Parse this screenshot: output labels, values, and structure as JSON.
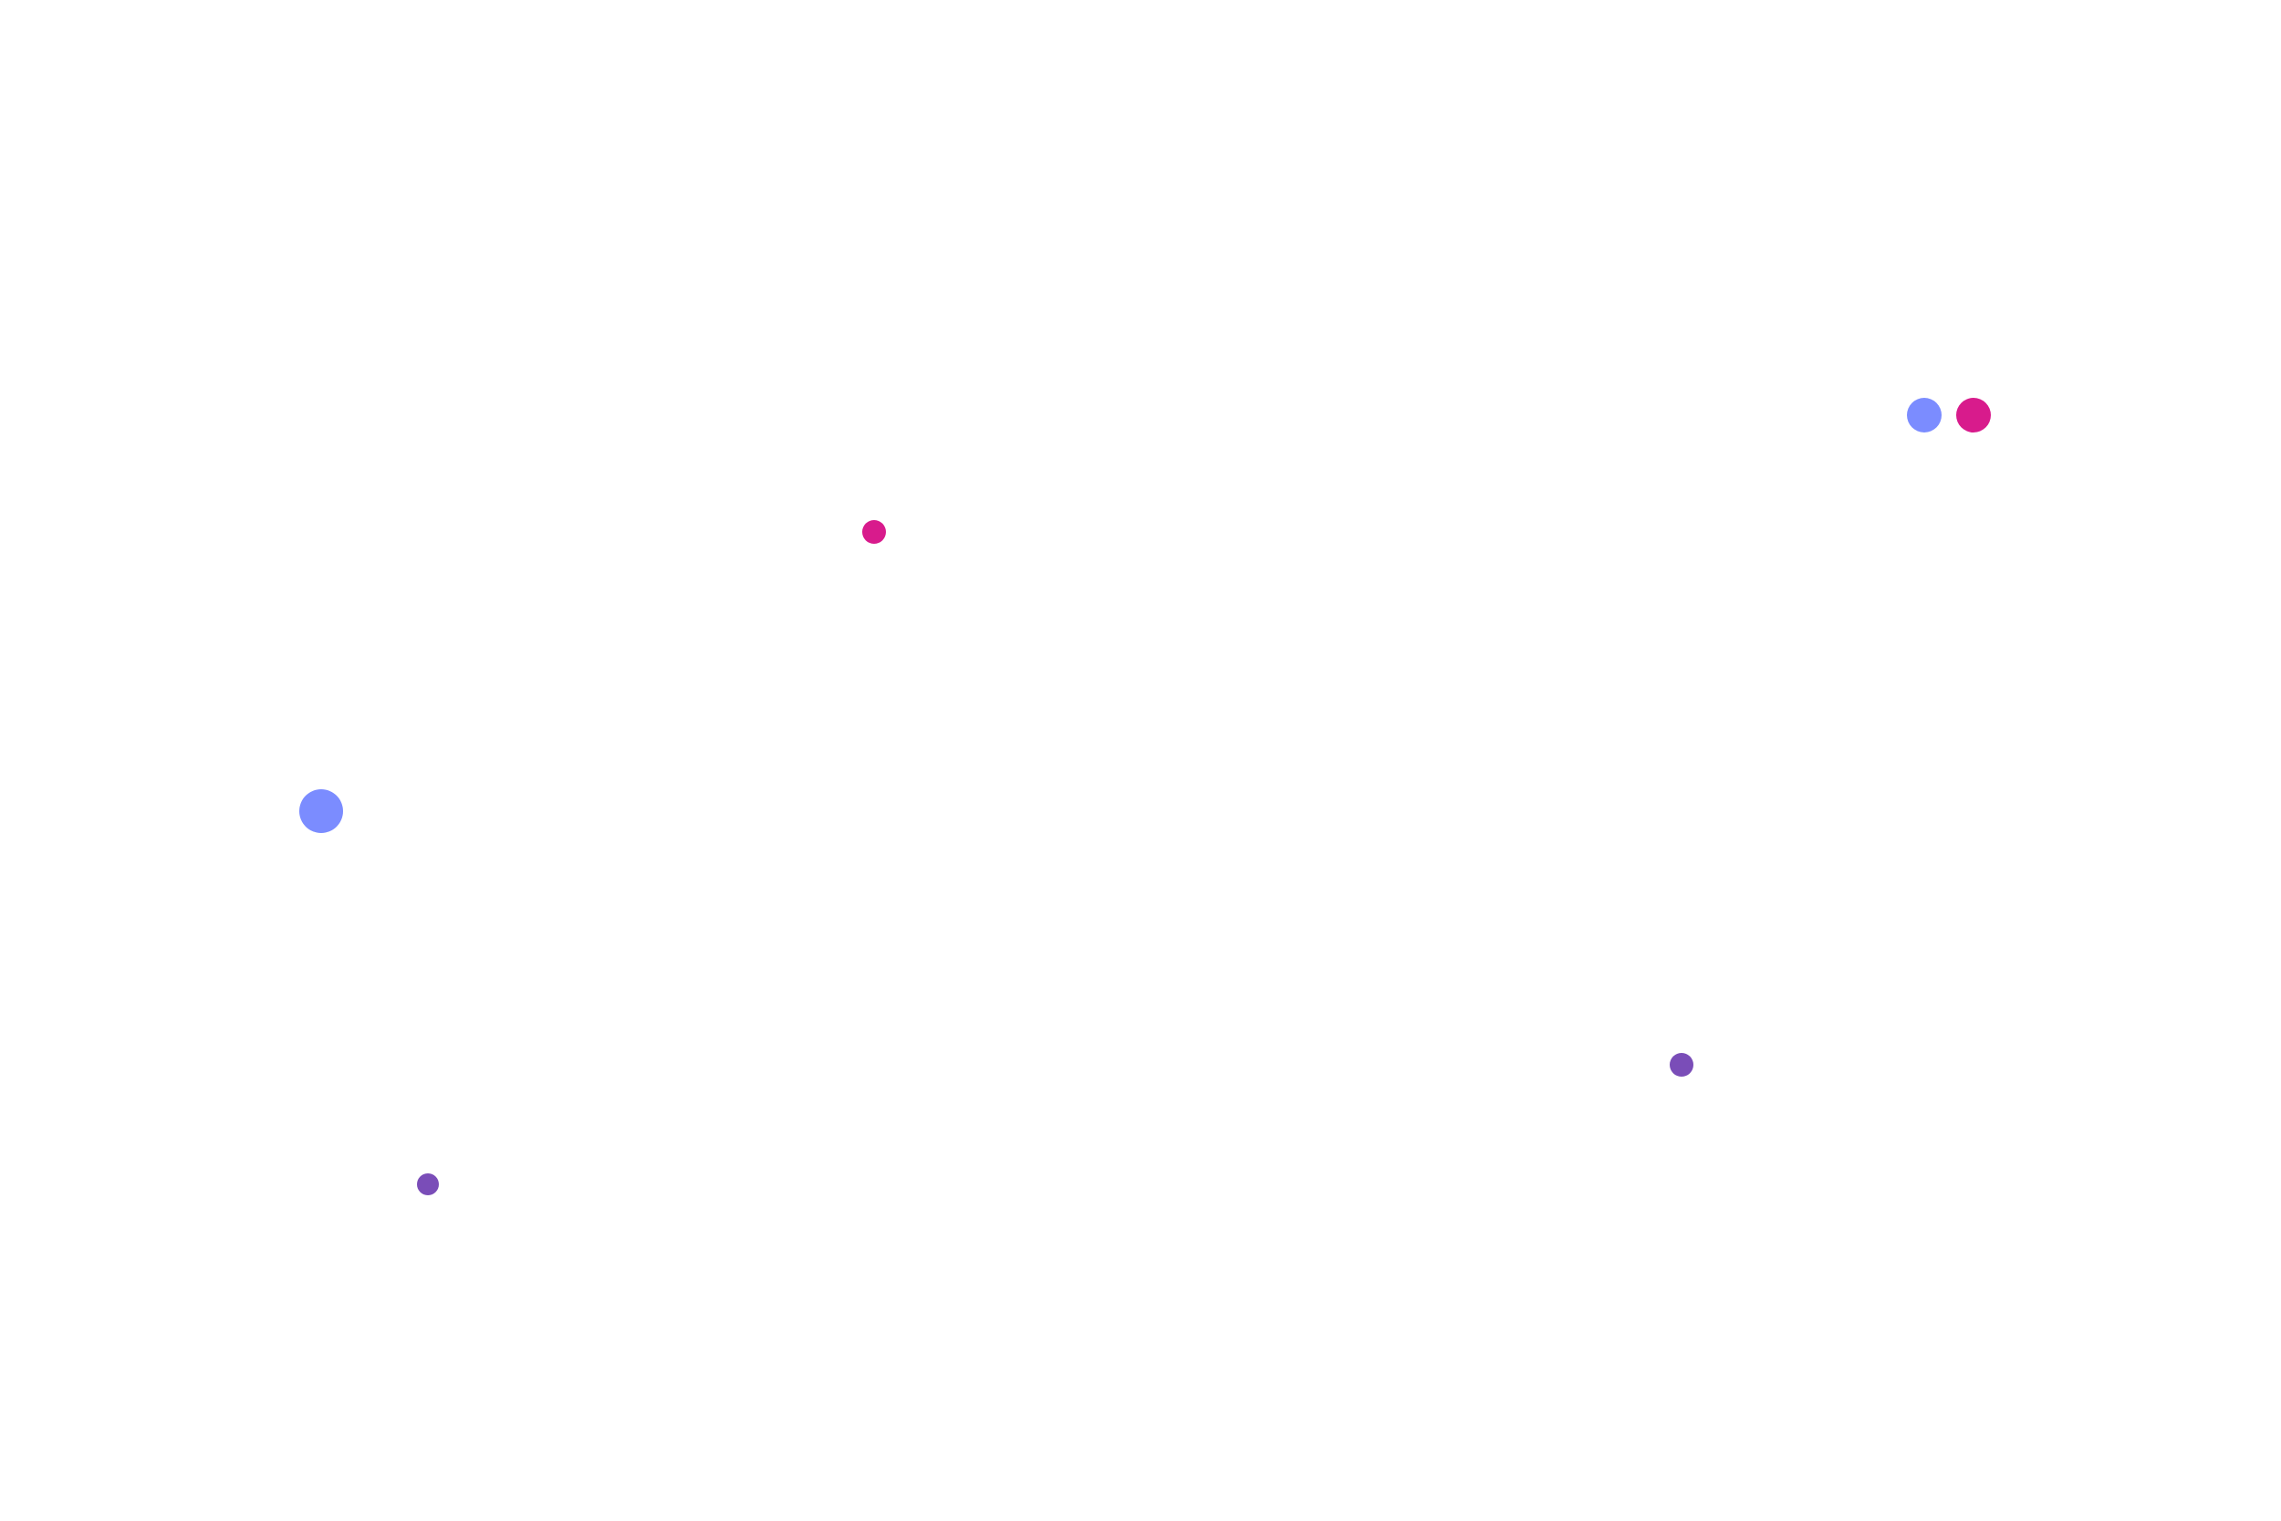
{
  "background_color": "#ffffff",
  "palette": {
    "blue": "#7b8cff",
    "magenta": "#d81b8c",
    "purple": "#7a4db8"
  },
  "dots": [
    {
      "name": "blue-dot-large",
      "color": "blue"
    },
    {
      "name": "blue-dot-upper-right",
      "color": "blue"
    },
    {
      "name": "magenta-dot-upper-right",
      "color": "magenta"
    },
    {
      "name": "magenta-dot-small",
      "color": "magenta"
    },
    {
      "name": "purple-dot-right",
      "color": "purple"
    },
    {
      "name": "purple-dot-left",
      "color": "purple"
    }
  ]
}
